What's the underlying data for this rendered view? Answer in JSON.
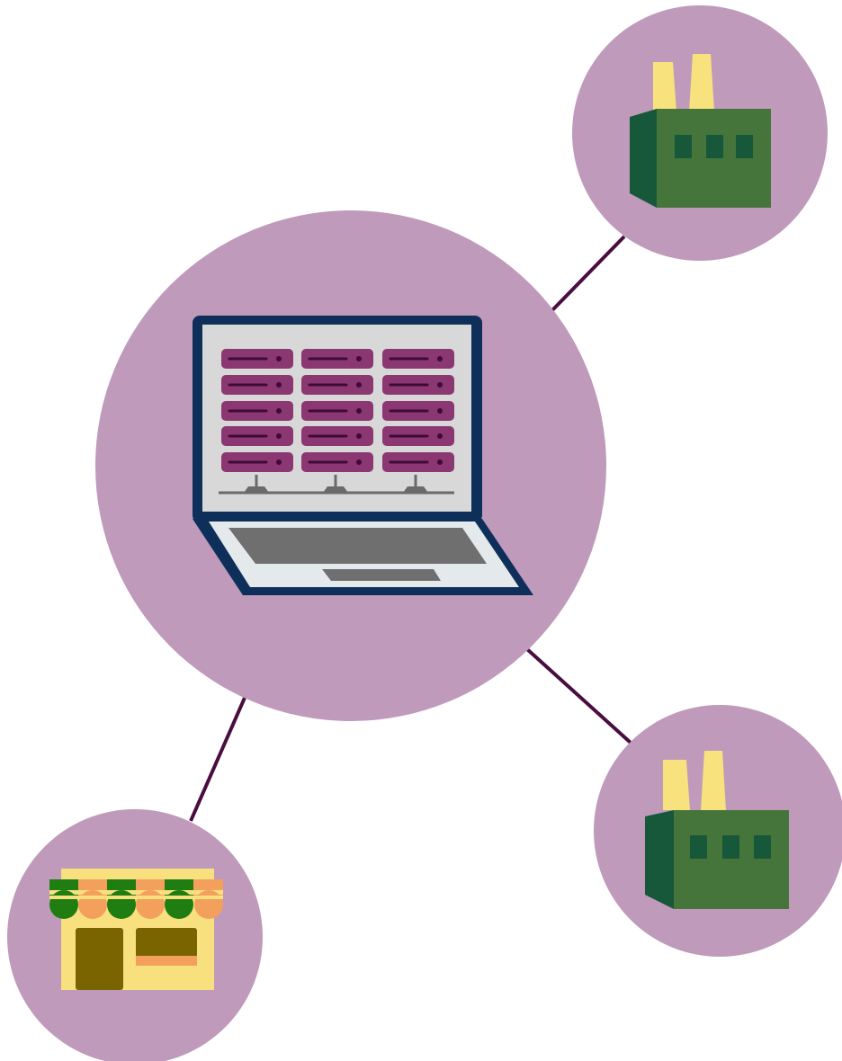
{
  "colors": {
    "node_fill": "#bf9abb",
    "connector": "#4a0d3f",
    "laptop_frame": "#0d2f5a",
    "screen": "#d8d8d8",
    "server_unit": "#8a3772",
    "server_detail": "#3f0b36",
    "network_gray": "#6a6a6a",
    "keyboard_deck": "#e4e9ec",
    "keyboard": "#6f6f6f",
    "factory_wall": "#45753a",
    "factory_side": "#17583a",
    "factory_chimney": "#f7e27e",
    "factory_window": "#17583a",
    "store_wall": "#f8e07e",
    "store_awning_green": "#1f7d12",
    "store_awning_orange": "#f4a05d",
    "store_door": "#7a6400",
    "store_window_sill": "#f4a05d"
  },
  "nodes": [
    {
      "id": "central",
      "icon": "laptop-server-icon"
    },
    {
      "id": "factory-top",
      "icon": "factory-icon"
    },
    {
      "id": "factory-bottom",
      "icon": "factory-icon"
    },
    {
      "id": "store",
      "icon": "store-icon"
    }
  ],
  "edges": [
    {
      "from": "central",
      "to": "factory-top"
    },
    {
      "from": "central",
      "to": "factory-bottom"
    },
    {
      "from": "central",
      "to": "store"
    }
  ]
}
